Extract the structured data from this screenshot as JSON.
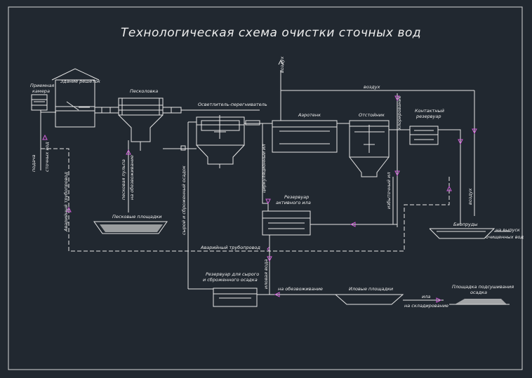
{
  "title": "Технологическая схема очистки сточных вод",
  "labels": {
    "priemnaya_kamera": [
      "Приемная",
      "камера"
    ],
    "zdanie_reshetok": "Здание решеток",
    "peskolovka": "Песколовка",
    "osvetlitel": "Осветлитель-перегниватель",
    "aerotenk": "Аэротенк",
    "otstoynik": "Отстойник",
    "kontaktny_rezervuar": [
      "Контактный",
      "резервуар"
    ],
    "vozdukh_top": "воздух",
    "vozdukh_line": "воздух",
    "khlorirovanie_top": "хлорирование",
    "podacha_stochnykh": [
      "подача",
      "сточных вод"
    ],
    "avariyny_truboprovod_left": "Аварийный трубопровод",
    "peskovaya_pulpa": [
      "песковая пульпа",
      "на обезвоживание"
    ],
    "peskovye_ploshchadki": "Песковые площадки",
    "osadok_vertical": "сырой и сброженный осадок",
    "tsirkulyatsionny_il": "циркуляционный ил",
    "izbytochny_il": "избыточный ил",
    "rezervuar_il": [
      "Резервуар",
      "активного ила"
    ],
    "avariyny_truboprovod_bottom": "Аварийный трубопровод",
    "ilovaya_voda": "иловая вода",
    "rezervuar_osadka": [
      "Резервуар для сырого",
      "и сброженного осадка"
    ],
    "na_obezvozhivanie": "на обезвоживание",
    "ilovye_ploshchadki": "Иловые площадки",
    "ila": "ила",
    "na_skladirovanie": "на складирование",
    "ploshchadka": [
      "Площадка подсушивания",
      "осадка"
    ],
    "vozdukh_right": "воздух",
    "bioprudy": "Биопруды",
    "vypusk": [
      "на выпуск",
      "очищенных вод"
    ]
  },
  "colors": {
    "background": "#212830",
    "lines": "#e6e6e6",
    "markers": "#d060d8"
  }
}
